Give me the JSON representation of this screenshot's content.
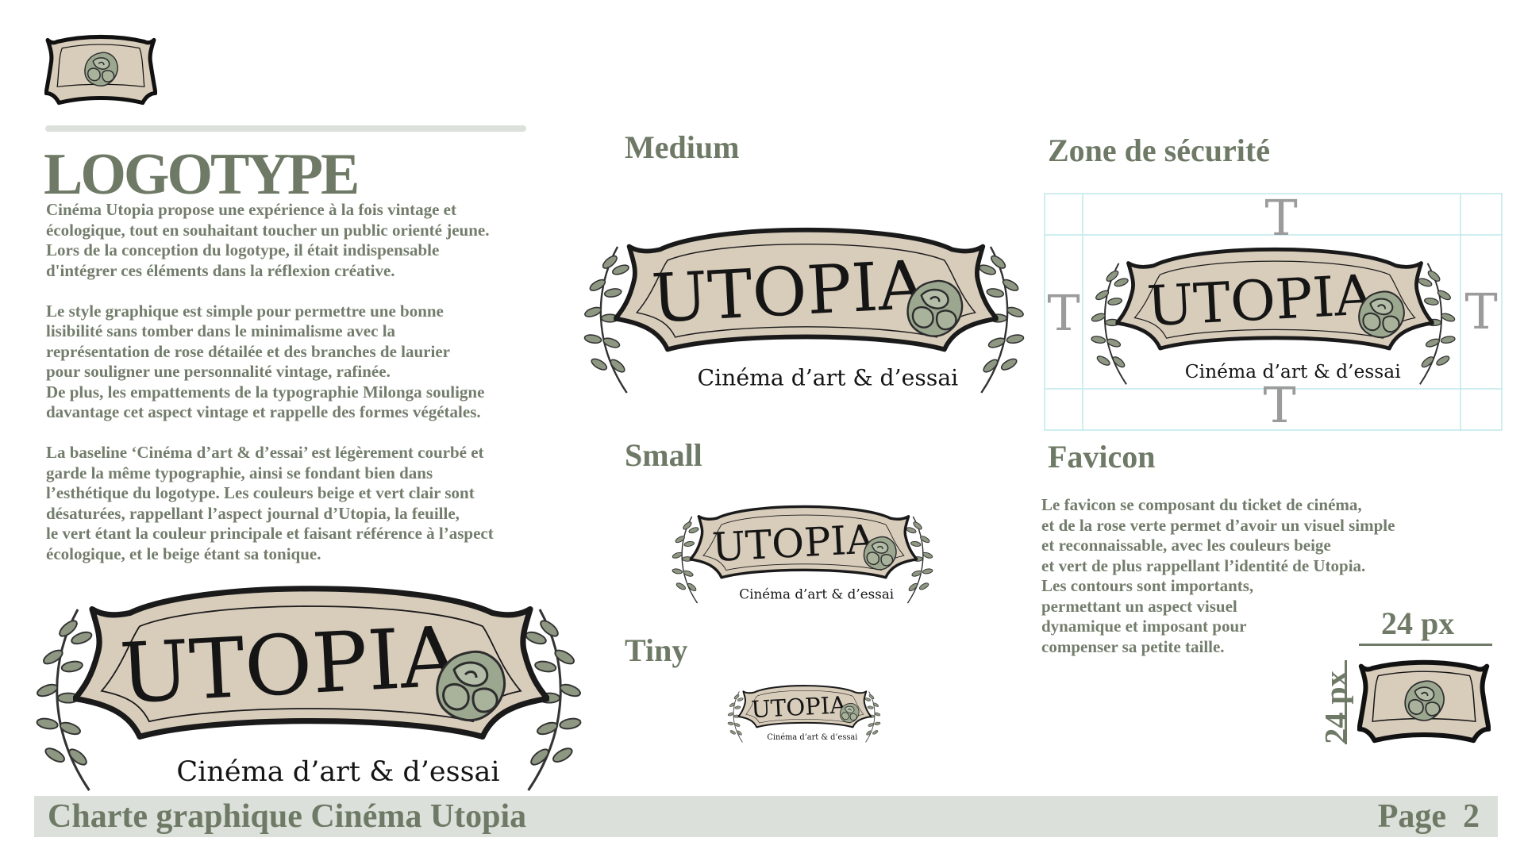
{
  "page": {
    "title": "LOGOTYPE",
    "intro_text": "Cinéma Utopia propose une expérience à la fois vintage et\nécologique, tout en souhaitant toucher un public orienté jeune.\nLors de la conception du logotype, il était indispensable\nd'intégrer ces éléments dans la réflexion créative.\n\nLe style graphique est simple pour permettre une bonne\nlisibilité sans tomber dans le minimalisme avec la\nreprésentation de rose  détailée et des branches de laurier\npour souligner une personnalité vintage, rafinée.\nDe plus, les empattements de la typographie Milonga souligne\ndavantage cet aspect vintage et rappelle des formes végétales.\n\nLa baseline ‘Cinéma d’art & d’essai’ est légèrement courbé et\ngarde la même typographie, ainsi se fondant bien dans\nl’esthétique du logotype. Les couleurs beige et vert clair sont\ndésaturées, rappellant l’aspect journal d’Utopia, la feuille,\nle vert étant la couleur principale et faisant référence à l’aspect\nécologique, et le beige étant sa tonique."
  },
  "logo": {
    "wordmark": "UTOPIA",
    "baseline": "Cinéma d’art & d’essai"
  },
  "sections": {
    "medium": "Medium",
    "small": "Small",
    "tiny": "Tiny",
    "safety_zone": "Zone de sécurité",
    "safety_marker": "T",
    "favicon": "Favicon"
  },
  "favicon": {
    "text": "Le favicon se composant du ticket de cinéma,\net de la rose verte permet d’avoir un visuel simple\net reconnaissable, avec les couleurs beige\net vert de plus rappellant l’identité de Utopia.\nLes contours sont importants,\npermettant un aspect visuel\ndynamique et imposant pour\ncompenser sa petite taille.",
    "width_label": "24 px",
    "height_label": "24 px"
  },
  "footer": {
    "title": "Charte graphique Cinéma Utopia",
    "page": "Page  2"
  },
  "colors": {
    "green": "#6e7a66",
    "beige": "#d8ccbb",
    "rose": "#9aa591",
    "footer_bg": "#dce0da",
    "grid": "#bfe8ec"
  }
}
